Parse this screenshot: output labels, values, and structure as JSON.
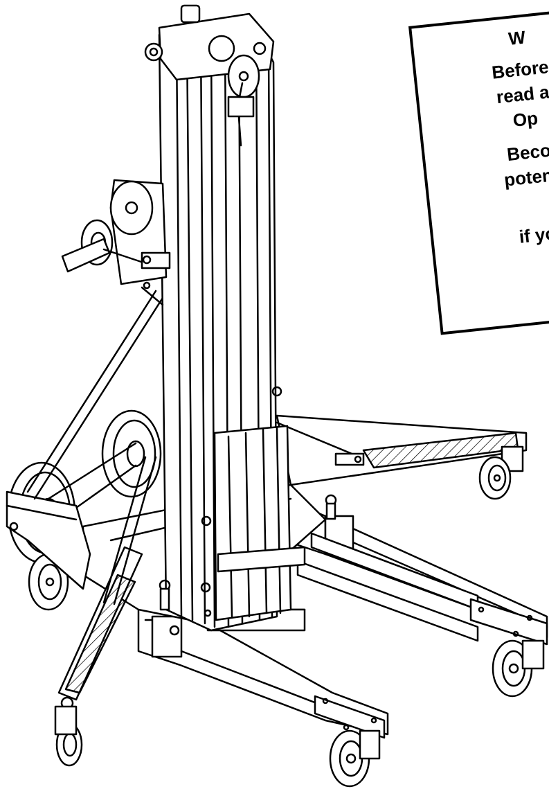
{
  "figure": {
    "description_name": "material-lift-line-drawing"
  },
  "warning_label": {
    "title": "W",
    "lines": [
      "Before",
      "read a",
      "Op",
      "Beco",
      "potent",
      "if yo"
    ]
  },
  "colors": {
    "ink": "#000000",
    "paper": "#ffffff"
  }
}
